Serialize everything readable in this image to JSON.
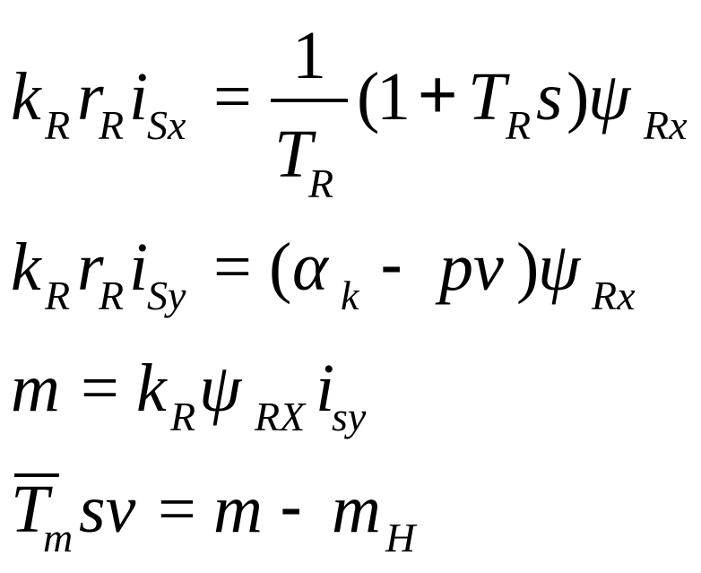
{
  "equations": [
    {
      "lhs": {
        "k": "k",
        "k_sub": "R",
        "r": "r",
        "r_sub": "R",
        "i": "i",
        "i_sub": "Sx"
      },
      "eq": "=",
      "frac": {
        "num": "1",
        "den": "T",
        "den_sub": "R"
      },
      "lparen": "(",
      "one": "1",
      "plus": "+",
      "T": "T",
      "T_sub": "R",
      "s": "s",
      "rparen": ")",
      "psi": "ψ",
      "psi_sub": "Rx"
    },
    {
      "lhs": {
        "k": "k",
        "k_sub": "R",
        "r": "r",
        "r_sub": "R",
        "i": "i",
        "i_sub": "Sy"
      },
      "eq": "=",
      "lparen": "(",
      "alpha": "α",
      "alpha_sub": "k",
      "minus": "-",
      "pv": "pv",
      "rparen": ")",
      "psi": "ψ",
      "psi_sub": "Rx"
    },
    {
      "m": "m",
      "eq": "=",
      "k": "k",
      "k_sub": "R",
      "psi": "ψ",
      "psi_sub": "RX",
      "i": "i",
      "i_sub": "sy"
    },
    {
      "T": "T",
      "T_sub": "m",
      "sv": "sv",
      "eq": "=",
      "m": "m",
      "minus": "-",
      "m2": "m",
      "m2_sub": "H"
    }
  ]
}
